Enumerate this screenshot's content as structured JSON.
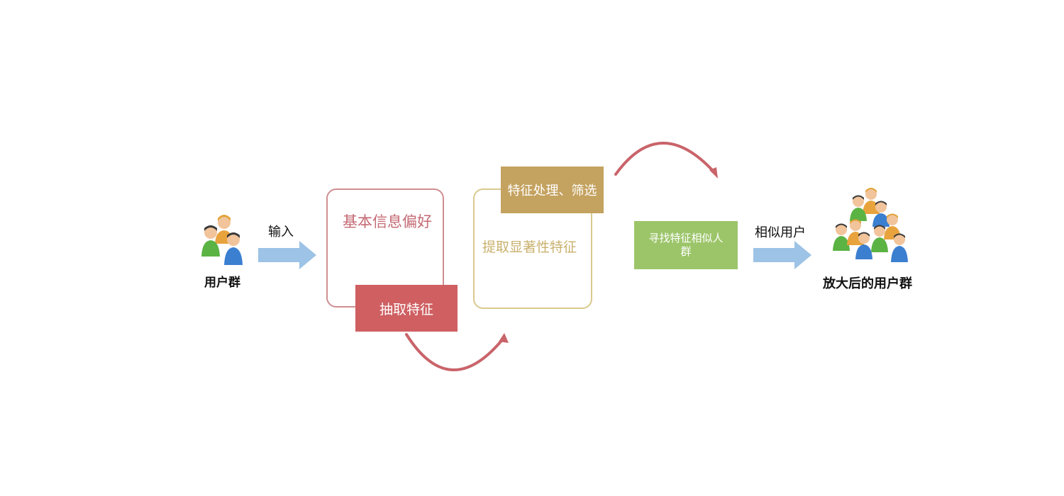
{
  "labels": {
    "users": "用户群",
    "input": "输入",
    "similar_users": "相似用户",
    "enlarged_users": "放大后的用户群"
  },
  "boxes": {
    "basic_info": "基本信息偏好",
    "extract_features": "抽取特征",
    "feature_processing": "特征处理、筛选",
    "salient_features": "提取显著性特征",
    "find_similar": "寻找特征相似人群"
  },
  "colors": {
    "arrow_blue": "#9dc3e6",
    "curve_red": "#c9646a",
    "extract_red": "#cf5f61",
    "process_gold": "#c4a25f",
    "find_green": "#9cc56a"
  }
}
